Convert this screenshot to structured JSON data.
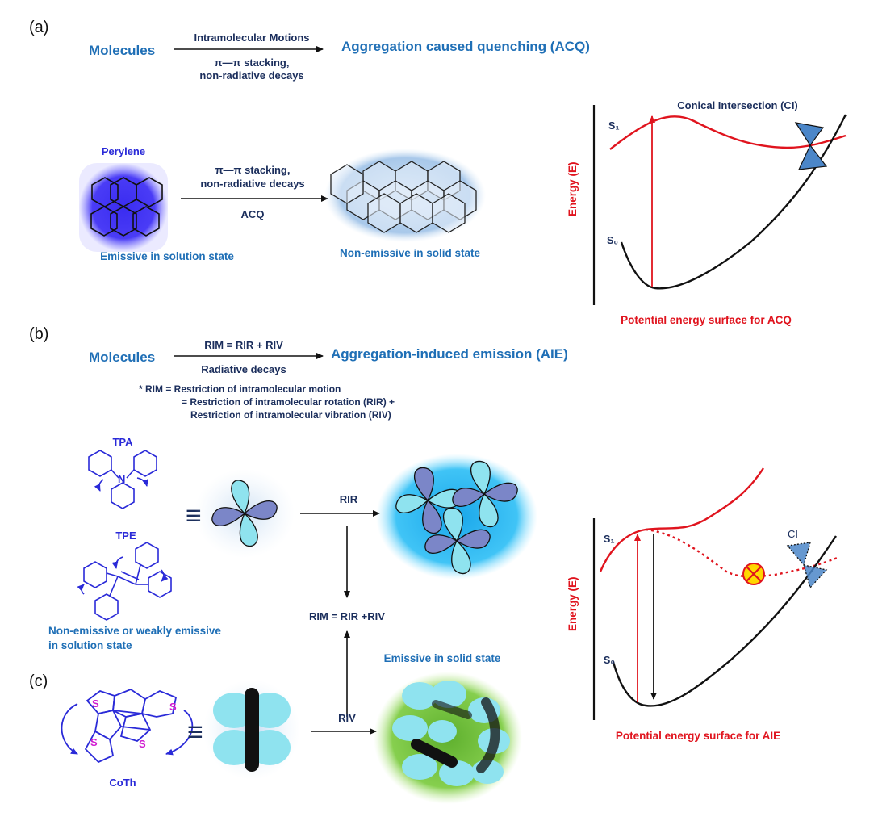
{
  "panels": {
    "a": "(a)",
    "b": "(b)",
    "c": "(c)"
  },
  "a": {
    "molecules": "Molecules",
    "arrow_top": "Intramolecular Motions",
    "arrow_bottom_1": "π—π stacking,",
    "arrow_bottom_2": "non-radiative decays",
    "outcome": "Aggregation caused quenching (ACQ)",
    "perylene": "Perylene",
    "pyr_arrow_1": "π—π stacking,",
    "pyr_arrow_2": "non-radiative decays",
    "pyr_arrow_3": "ACQ",
    "emissive_solution": "Emissive in solution state",
    "non_emissive_solid": "Non-emissive in solid state"
  },
  "a_energy": {
    "ylabel": "Energy (E)",
    "s1": "S₁",
    "s0": "S₀",
    "ci": "Conical Intersection (CI)",
    "caption": "Potential energy surface for ACQ"
  },
  "b": {
    "molecules": "Molecules",
    "arrow_top": "RIM = RIR + RIV",
    "arrow_bottom": "Radiative decays",
    "outcome": "Aggregation-induced emission (AIE)",
    "def_1": "* RIM  = Restriction of intramolecular motion",
    "def_2": "= Restriction of intramolecular rotation (RIR) +",
    "def_3": "Restriction of intramolecular vibration (RIV)",
    "tpa": "TPA",
    "tpe": "TPE",
    "n_atom": "N",
    "equiv": "≡",
    "rir": "RIR",
    "rim_eq": "RIM = RIR +RIV",
    "non_emissive_1": "Non-emissive or weakly emissive",
    "non_emissive_2": "in solution state",
    "emissive_solid": "Emissive in solid state"
  },
  "b_energy": {
    "ylabel": "Energy (E)",
    "s1": "S₁",
    "s0": "S₀",
    "ci": "CI",
    "caption": "Potential energy surface for AIE"
  },
  "c": {
    "coth": "CoTh",
    "sulfur": "S",
    "equiv": "≡",
    "riv": "RIV"
  },
  "colors": {
    "blue_text": "#1f6fb6",
    "navy_text": "#1b2e5c",
    "red": "#e0141e",
    "molecule_blue": "#2a2ad8",
    "sulfur_magenta": "#d01ad0",
    "petal_light": "#8fe3ef",
    "petal_dark": "#7b86c8",
    "glow_cyan": "#2fb8f0",
    "glow_green": "#6cc23a",
    "ci_blue": "#4b86c8"
  }
}
